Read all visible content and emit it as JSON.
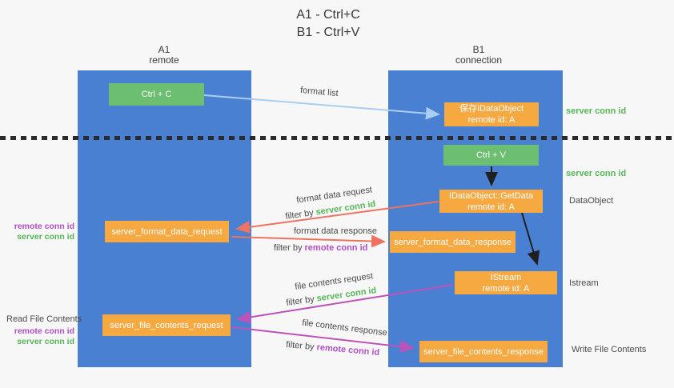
{
  "title": {
    "line1": "A1 - Ctrl+C",
    "line2": "B1 - Ctrl+V"
  },
  "lifelines": {
    "a1": {
      "name": "A1",
      "subtitle": "remote"
    },
    "b1": {
      "name": "B1",
      "subtitle": "connection"
    }
  },
  "nodes": {
    "ctrl_c": {
      "label": "Ctrl + C"
    },
    "save_idataobject": {
      "line1": "保存IDataObject",
      "line2": "remote id: A"
    },
    "ctrl_v": {
      "label": "Ctrl + V"
    },
    "getdata": {
      "line1": "IDataObject::GetData",
      "line2": "remote id: A"
    },
    "format_request": {
      "label": "server_format_data_request"
    },
    "format_response": {
      "label": "server_format_data_response"
    },
    "istream": {
      "line1": "IStream",
      "line2": "remote id: A"
    },
    "file_request": {
      "label": "server_file_contents_request"
    },
    "file_response": {
      "label": "server_file_contents_response"
    }
  },
  "side_labels": {
    "server_conn_id_top": "server conn id",
    "server_conn_id_mid": "server conn id",
    "dataobject": "DataObject",
    "istream": "Istream",
    "write_file_contents": "Write File Contents",
    "read_file_contents": "Read File Contents",
    "left_mid": {
      "remote": "remote conn id",
      "server": "server conn id"
    },
    "left_bottom": {
      "remote": "remote conn id",
      "server": "server conn id"
    }
  },
  "arrow_labels": {
    "format_list": "format list",
    "format_data_request": "format data request",
    "filter_by_1": "filter by ",
    "filter_value_1": "server conn id",
    "format_data_response": "format data response",
    "filter_by_2": "filter by ",
    "filter_value_2": "remote conn id",
    "file_contents_request": "file contents request",
    "filter_by_3": "filter by ",
    "filter_value_3": "server conn id",
    "file_contents_response": "file contents response",
    "filter_by_4": "filter by ",
    "filter_value_4": "remote conn id"
  },
  "colors": {
    "lifeline_blue": "#4a80d2",
    "box_green": "#6cbe71",
    "box_orange": "#f6a841",
    "arrow_red": "#ee7261",
    "arrow_purple": "#bb53bb",
    "arrow_light_blue": "#a9cef4",
    "arrow_black": "#1f1f1f",
    "text_green": "#57b657",
    "text_purple": "#b14fc4",
    "text_gray": "#4b4b4b"
  }
}
